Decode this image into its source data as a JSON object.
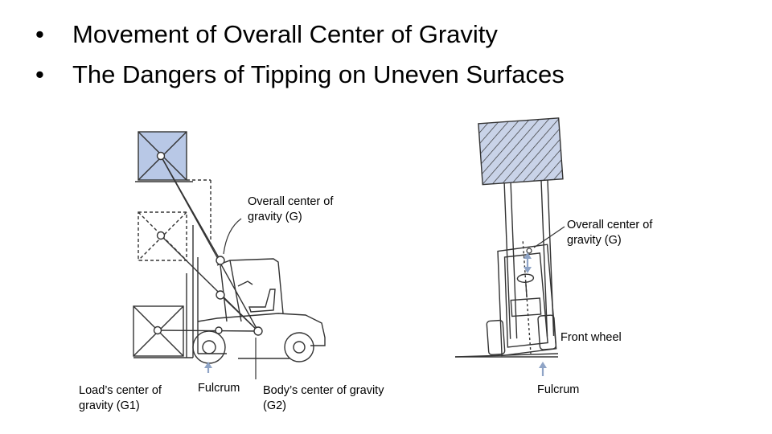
{
  "slide": {
    "bullets": [
      {
        "marker": "•",
        "text": "Movement of Overall Center of Gravity"
      },
      {
        "marker": "•",
        "text": "The Dangers of Tipping on Uneven Surfaces"
      }
    ]
  },
  "diagram_left": {
    "overall_cg_label": [
      "Overall center of",
      "gravity (G)"
    ],
    "load_cg_label": [
      "Load’s center of",
      "gravity (G1)"
    ],
    "fulcrum_label": "Fulcrum",
    "body_cg_label": [
      "Body’s center of gravity",
      "(G2)"
    ]
  },
  "diagram_right": {
    "overall_cg_label": [
      "Overall center of",
      "gravity (G)"
    ],
    "front_wheel_label": "Front wheel",
    "fulcrum_label": "Fulcrum"
  },
  "colors": {
    "load_highlight": "#b8c8e6",
    "arrow": "#8fa4c6",
    "line": "#333333"
  }
}
